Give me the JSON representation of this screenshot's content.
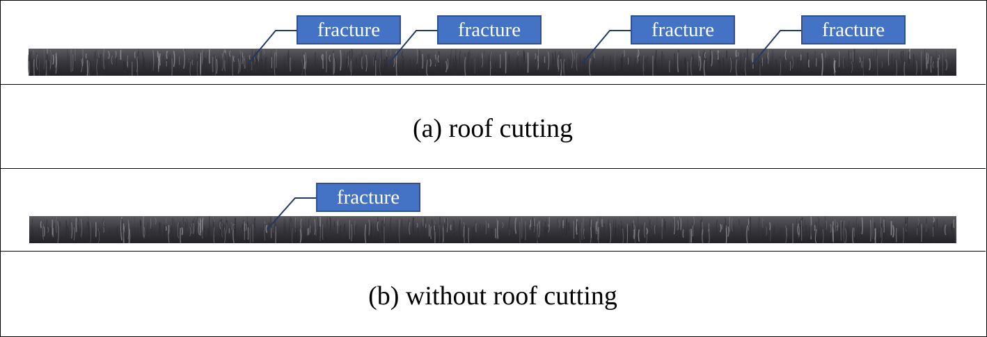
{
  "panels": [
    {
      "caption": "(a) roof cutting",
      "labels": [
        "fracture",
        "fracture",
        "fracture",
        "fracture"
      ]
    },
    {
      "caption": "(b) without roof cutting",
      "labels": [
        "fracture"
      ]
    }
  ],
  "colors": {
    "label_fill": "#4472c4",
    "label_border": "#2f4f8f",
    "leader_line": "#1f3864",
    "core_dark": "#2a2a2e",
    "core_light": "#9a9aa0"
  }
}
